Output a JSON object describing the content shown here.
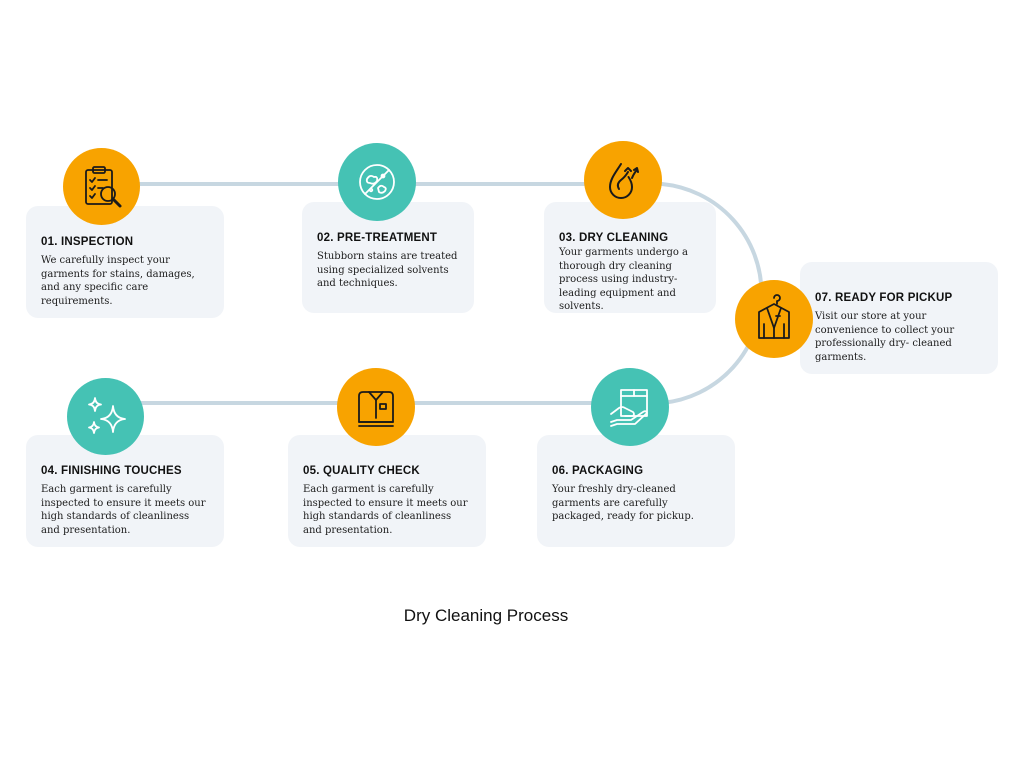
{
  "title": "Dry Cleaning Process",
  "colors": {
    "accent_orange": "#f8a300",
    "accent_teal": "#45c2b4",
    "connector": "#c7d7e1",
    "card_bg": "#f1f4f8"
  },
  "steps": [
    {
      "id": "01",
      "title": "01. INSPECTION",
      "description": "We carefully inspect your garments for stains, damages, and any specific care requirements.",
      "icon": "clipboard-magnifier-icon",
      "icon_color": "orange"
    },
    {
      "id": "02",
      "title": "02. PRE-TREATMENT",
      "description": "Stubborn stains are treated using specialized solvents and techniques.",
      "icon": "stain-removal-icon",
      "icon_color": "teal"
    },
    {
      "id": "03",
      "title": "03. DRY CLEANING",
      "description": "Your garments undergo a thorough dry cleaning process using industry- leading equipment and solvents.",
      "icon": "solvent-drop-icon",
      "icon_color": "orange"
    },
    {
      "id": "04",
      "title": "04. FINISHING TOUCHES",
      "description": "Each garment is carefully inspected to ensure it meets our high standards of cleanliness and presentation.",
      "icon": "sparkle-icon",
      "icon_color": "teal"
    },
    {
      "id": "05",
      "title": "05. QUALITY CHECK",
      "description": "Each garment is carefully inspected to ensure it meets our high standards of cleanliness and presentation.",
      "icon": "folded-shirt-icon",
      "icon_color": "orange"
    },
    {
      "id": "06",
      "title": "06. PACKAGING",
      "description": "Your freshly dry-cleaned garments are carefully packaged, ready for pickup.",
      "icon": "package-hand-icon",
      "icon_color": "teal"
    },
    {
      "id": "07",
      "title": "07. READY FOR PICKUP",
      "description": "Visit our store at your convenience to collect your professionally dry- cleaned garments.",
      "icon": "suit-hanger-icon",
      "icon_color": "orange"
    }
  ]
}
